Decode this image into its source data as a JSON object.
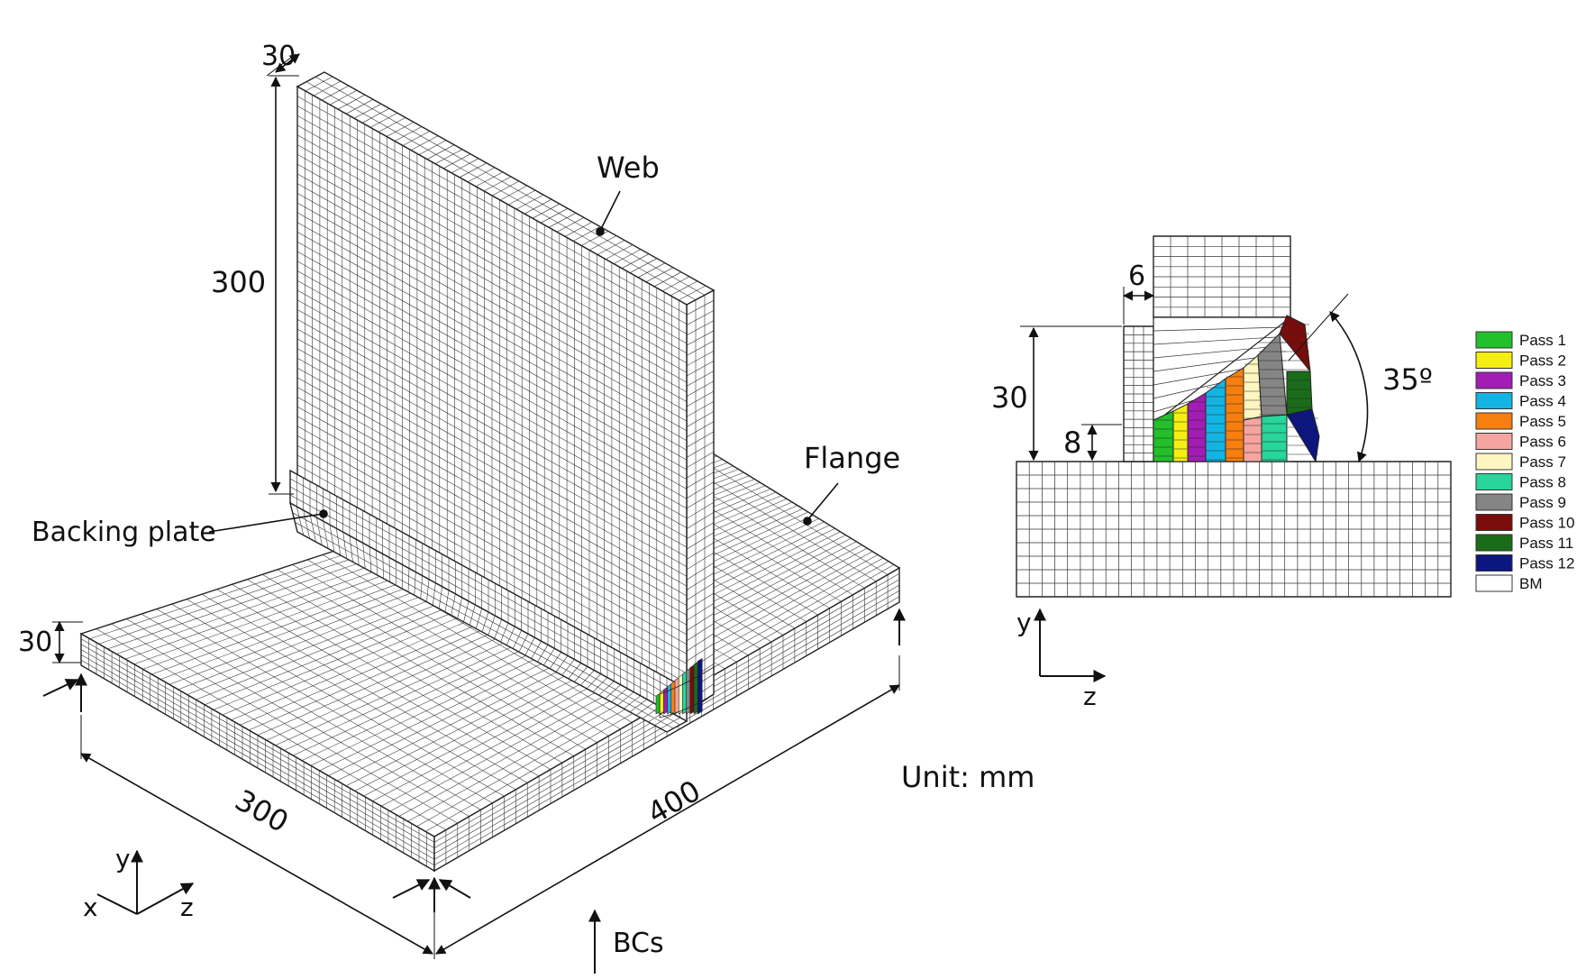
{
  "labels": {
    "web": "Web",
    "flange": "Flange",
    "backing_plate": "Backing plate",
    "unit": "Unit: mm",
    "bcs": "BCs"
  },
  "dimensions": {
    "web_thickness": "30",
    "web_height": "300",
    "flange_thickness": "30",
    "flange_width": "300",
    "flange_length": "400",
    "root_gap": "6",
    "backing_height": "30",
    "backing_gap": "8",
    "bevel_angle": "35º"
  },
  "axes_3d": {
    "x": "x",
    "y": "y",
    "z": "z"
  },
  "axes_2d": {
    "y": "y",
    "z": "z"
  },
  "legend": [
    {
      "label": "Pass 1",
      "color": "#22c02a"
    },
    {
      "label": "Pass 2",
      "color": "#f5ee12"
    },
    {
      "label": "Pass 3",
      "color": "#a21db4"
    },
    {
      "label": "Pass 4",
      "color": "#14b4e2"
    },
    {
      "label": "Pass 5",
      "color": "#f77f0f"
    },
    {
      "label": "Pass 6",
      "color": "#f5a4a0"
    },
    {
      "label": "Pass 7",
      "color": "#fdf6c0"
    },
    {
      "label": "Pass 8",
      "color": "#28d59a"
    },
    {
      "label": "Pass 9",
      "color": "#858585"
    },
    {
      "label": "Pass 10",
      "color": "#7a0c0c"
    },
    {
      "label": "Pass 11",
      "color": "#1a6c1a"
    },
    {
      "label": "Pass 12",
      "color": "#0c1680"
    },
    {
      "label": "BM",
      "color": "#ffffff"
    }
  ]
}
